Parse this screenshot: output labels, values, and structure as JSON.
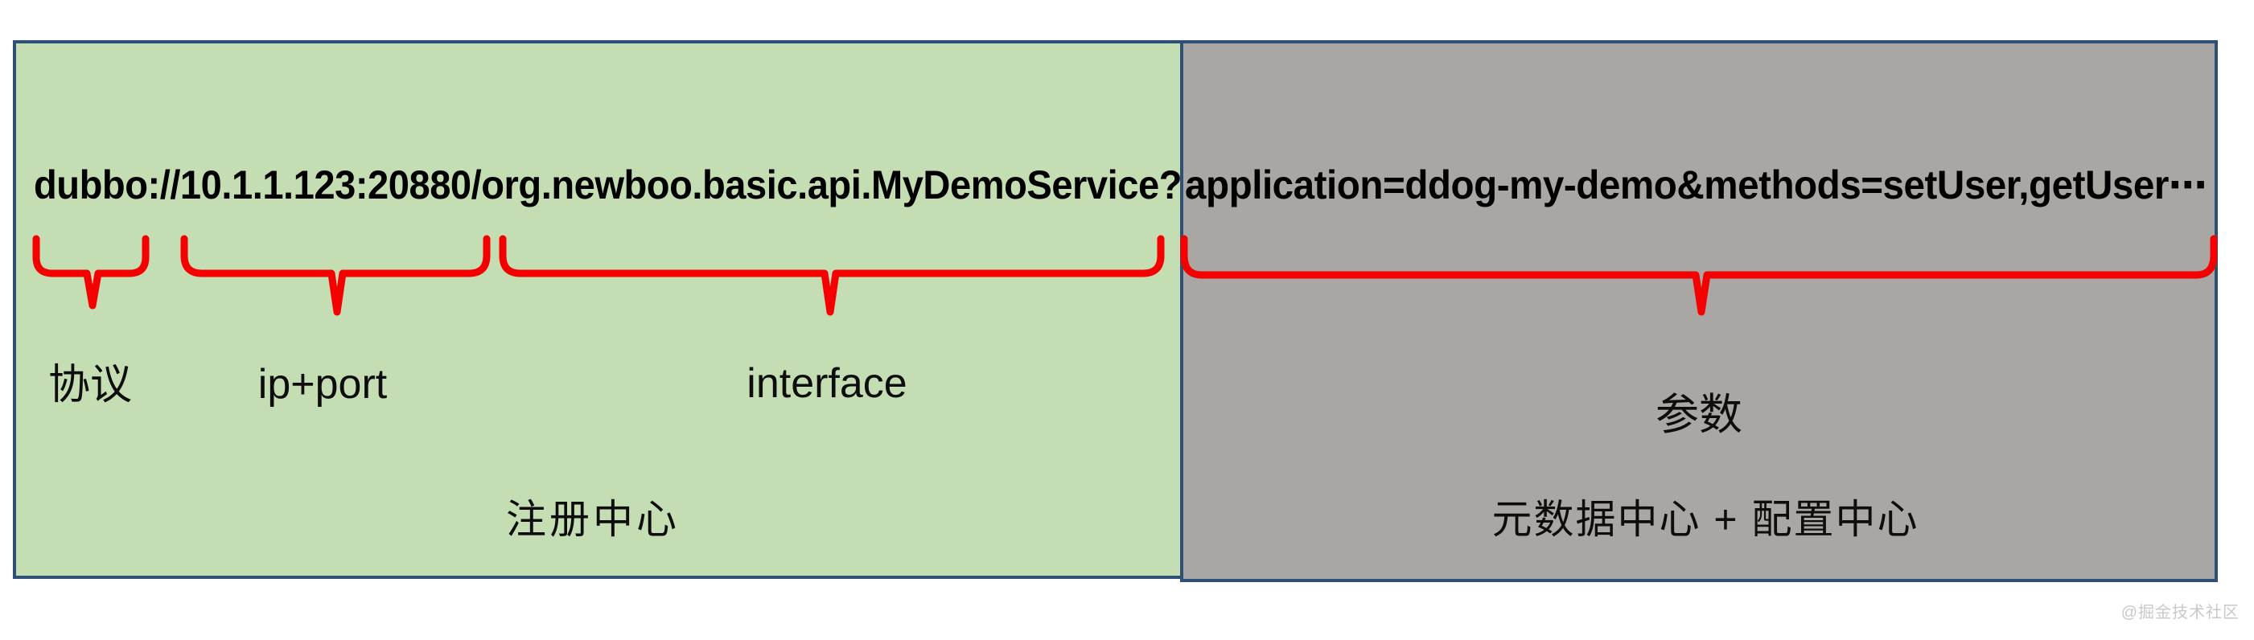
{
  "url_bar": {
    "registry_part": "dubbo://10.1.1.123:20880/org.newboo.basic.api.MyDemoService?",
    "params_part": "application=ddog-my-demo&methods=setUser,getUser⋯"
  },
  "boxes": {
    "registry": {
      "caption": "注册中心",
      "fill": "#c4ddb2"
    },
    "metadata": {
      "caption": "元数据中心 + 配置中心",
      "fill": "#aaa6a3"
    }
  },
  "annotations": {
    "protocol": "协议",
    "ip_port": "ip+port",
    "interface": "interface",
    "params": "参数"
  },
  "colors": {
    "box_border": "#2e4f76",
    "brace": "#f40000",
    "url_text": "#000000",
    "label_text": "#0d0d0d",
    "watermark": "#c8c8c8"
  },
  "watermark": "@掘金技术社区"
}
